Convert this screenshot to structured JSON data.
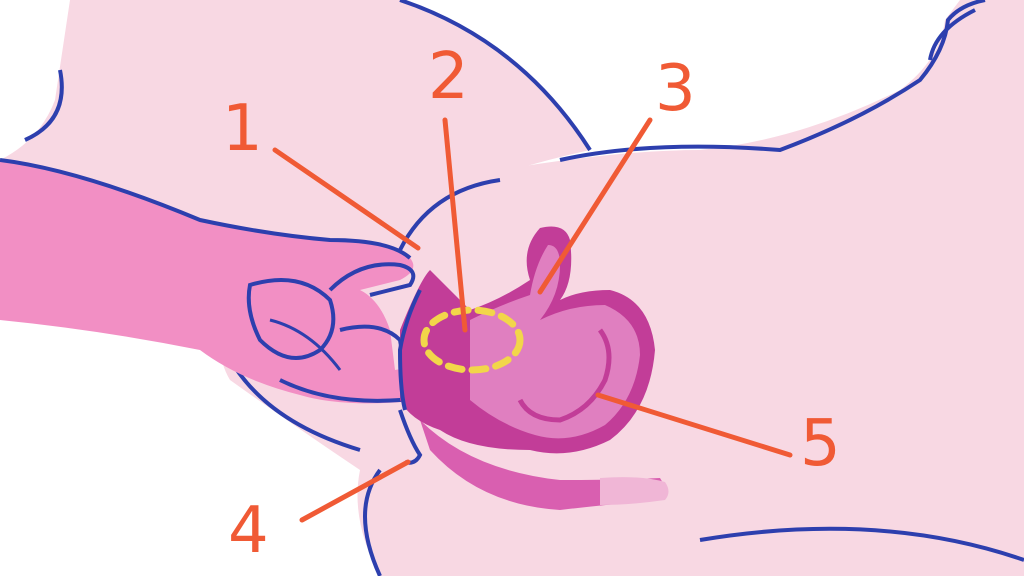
{
  "colors": {
    "background": "#ffffff",
    "skin_light": "#f8d8e3",
    "skin_hand": "#f28fc4",
    "outline": "#2d3fae",
    "organ_outer": "#c23d98",
    "organ_inner": "#e07fc0",
    "organ_fill": "#d95fb0",
    "callout": "#f05a35",
    "marker": "#f2d64a"
  },
  "icons": {
    "hand": "hand-illustration",
    "anatomy": "pelvic-anatomy-illustration",
    "zone": "dotted-zone-marker"
  },
  "callouts": [
    {
      "id": "1",
      "label": "1"
    },
    {
      "id": "2",
      "label": "2"
    },
    {
      "id": "3",
      "label": "3"
    },
    {
      "id": "4",
      "label": "4"
    },
    {
      "id": "5",
      "label": "5"
    }
  ]
}
